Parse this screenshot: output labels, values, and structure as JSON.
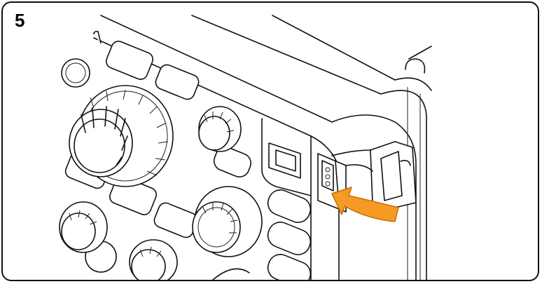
{
  "step": {
    "number": "5"
  },
  "colors": {
    "arrow": "#f59a23",
    "arrow_stroke": "#c56e00",
    "line": "#111111",
    "background": "#ffffff"
  },
  "icons": [
    "step-number",
    "oscilloscope-front-panel-illustration",
    "usb-port",
    "flip-cover",
    "rotate-arrow-icon"
  ]
}
